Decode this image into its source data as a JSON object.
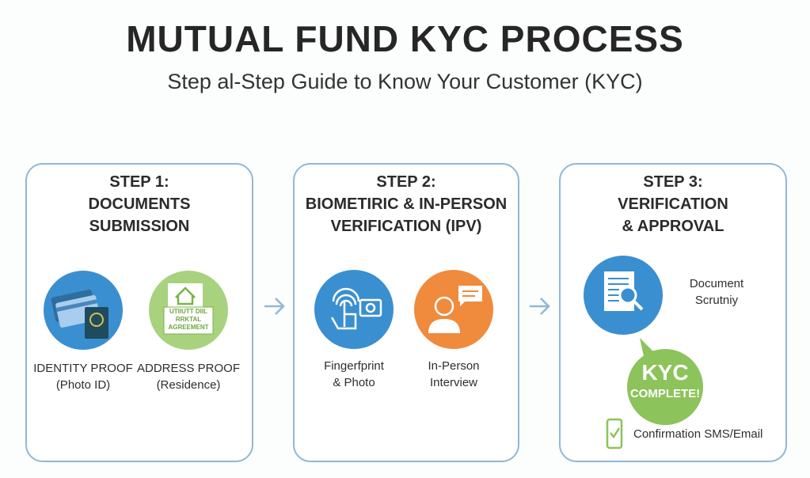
{
  "title": "MUTUAL FUND KYC PROCESS",
  "subtitle": "Step al-Step Guide to Know Your Customer (KYC)",
  "colors": {
    "blue": "#3a8fd0",
    "green": "#8cc35a",
    "orange": "#f08a3c",
    "border": "#8fb8d6"
  },
  "steps": [
    {
      "heading": [
        "STEP 1:",
        "DOCUMENTS",
        "SUBMISSION"
      ],
      "items": [
        {
          "icon": "id-card-passport-icon",
          "label": [
            "IDENTITY PROOF",
            "(Photo ID)"
          ]
        },
        {
          "icon": "utility-bill-house-icon",
          "label": [
            "ADDRESS PROOF",
            "(Residence)"
          ],
          "icon_text": "UTIIUTT DIIL RRKTAL AGREEMENT"
        }
      ]
    },
    {
      "heading": [
        "STEP 2:",
        "BIOMETIRIC & IN-PERSON",
        "VERIFICATION (IPV)"
      ],
      "items": [
        {
          "icon": "fingerprint-camera-icon",
          "label": [
            "Fingerfprint",
            "& Photo"
          ]
        },
        {
          "icon": "person-speech-icon",
          "label": [
            "In-Person",
            "Interview"
          ]
        }
      ]
    },
    {
      "heading": [
        "STEP 3:",
        "VERIFICATION",
        "& APPROVAL"
      ],
      "items": [
        {
          "icon": "document-magnifier-icon",
          "label": [
            "Document",
            "Scrutniy"
          ]
        },
        {
          "icon": "kyc-complete-badge",
          "label": [
            "KYC",
            "COMPLETE!"
          ]
        },
        {
          "icon": "phone-check-icon",
          "label": [
            "Confirmation SMS/Email"
          ]
        }
      ]
    }
  ]
}
